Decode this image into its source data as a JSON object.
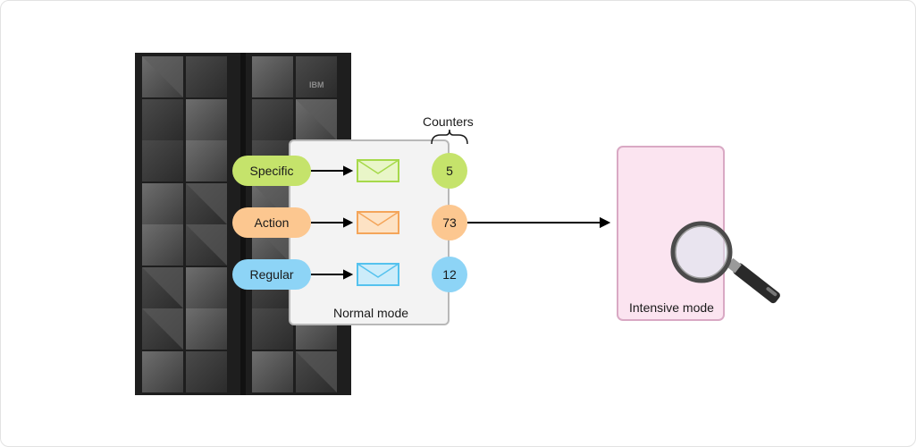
{
  "server": {
    "brand": "IBM"
  },
  "normal_mode": {
    "label": "Normal mode",
    "counters_label": "Counters",
    "rows": [
      {
        "category": "Specific",
        "count": "5",
        "color": "#c5e36b",
        "envelope_color": "#a6d94a",
        "envelope_fill": "#e9f6c8"
      },
      {
        "category": "Action",
        "count": "73",
        "color": "#fcc790",
        "envelope_color": "#f4a55a",
        "envelope_fill": "#fde2c4"
      },
      {
        "category": "Regular",
        "count": "12",
        "color": "#8dd4f6",
        "envelope_color": "#55c2ee",
        "envelope_fill": "#ccecfa"
      }
    ]
  },
  "intensive_mode": {
    "label": "Intensive mode",
    "color": "#fbe4f0",
    "border_color": "#d9a9c4"
  },
  "icons": [
    "envelope-icon",
    "magnifier-icon",
    "arrow-icon",
    "brace-icon",
    "server-rack"
  ]
}
